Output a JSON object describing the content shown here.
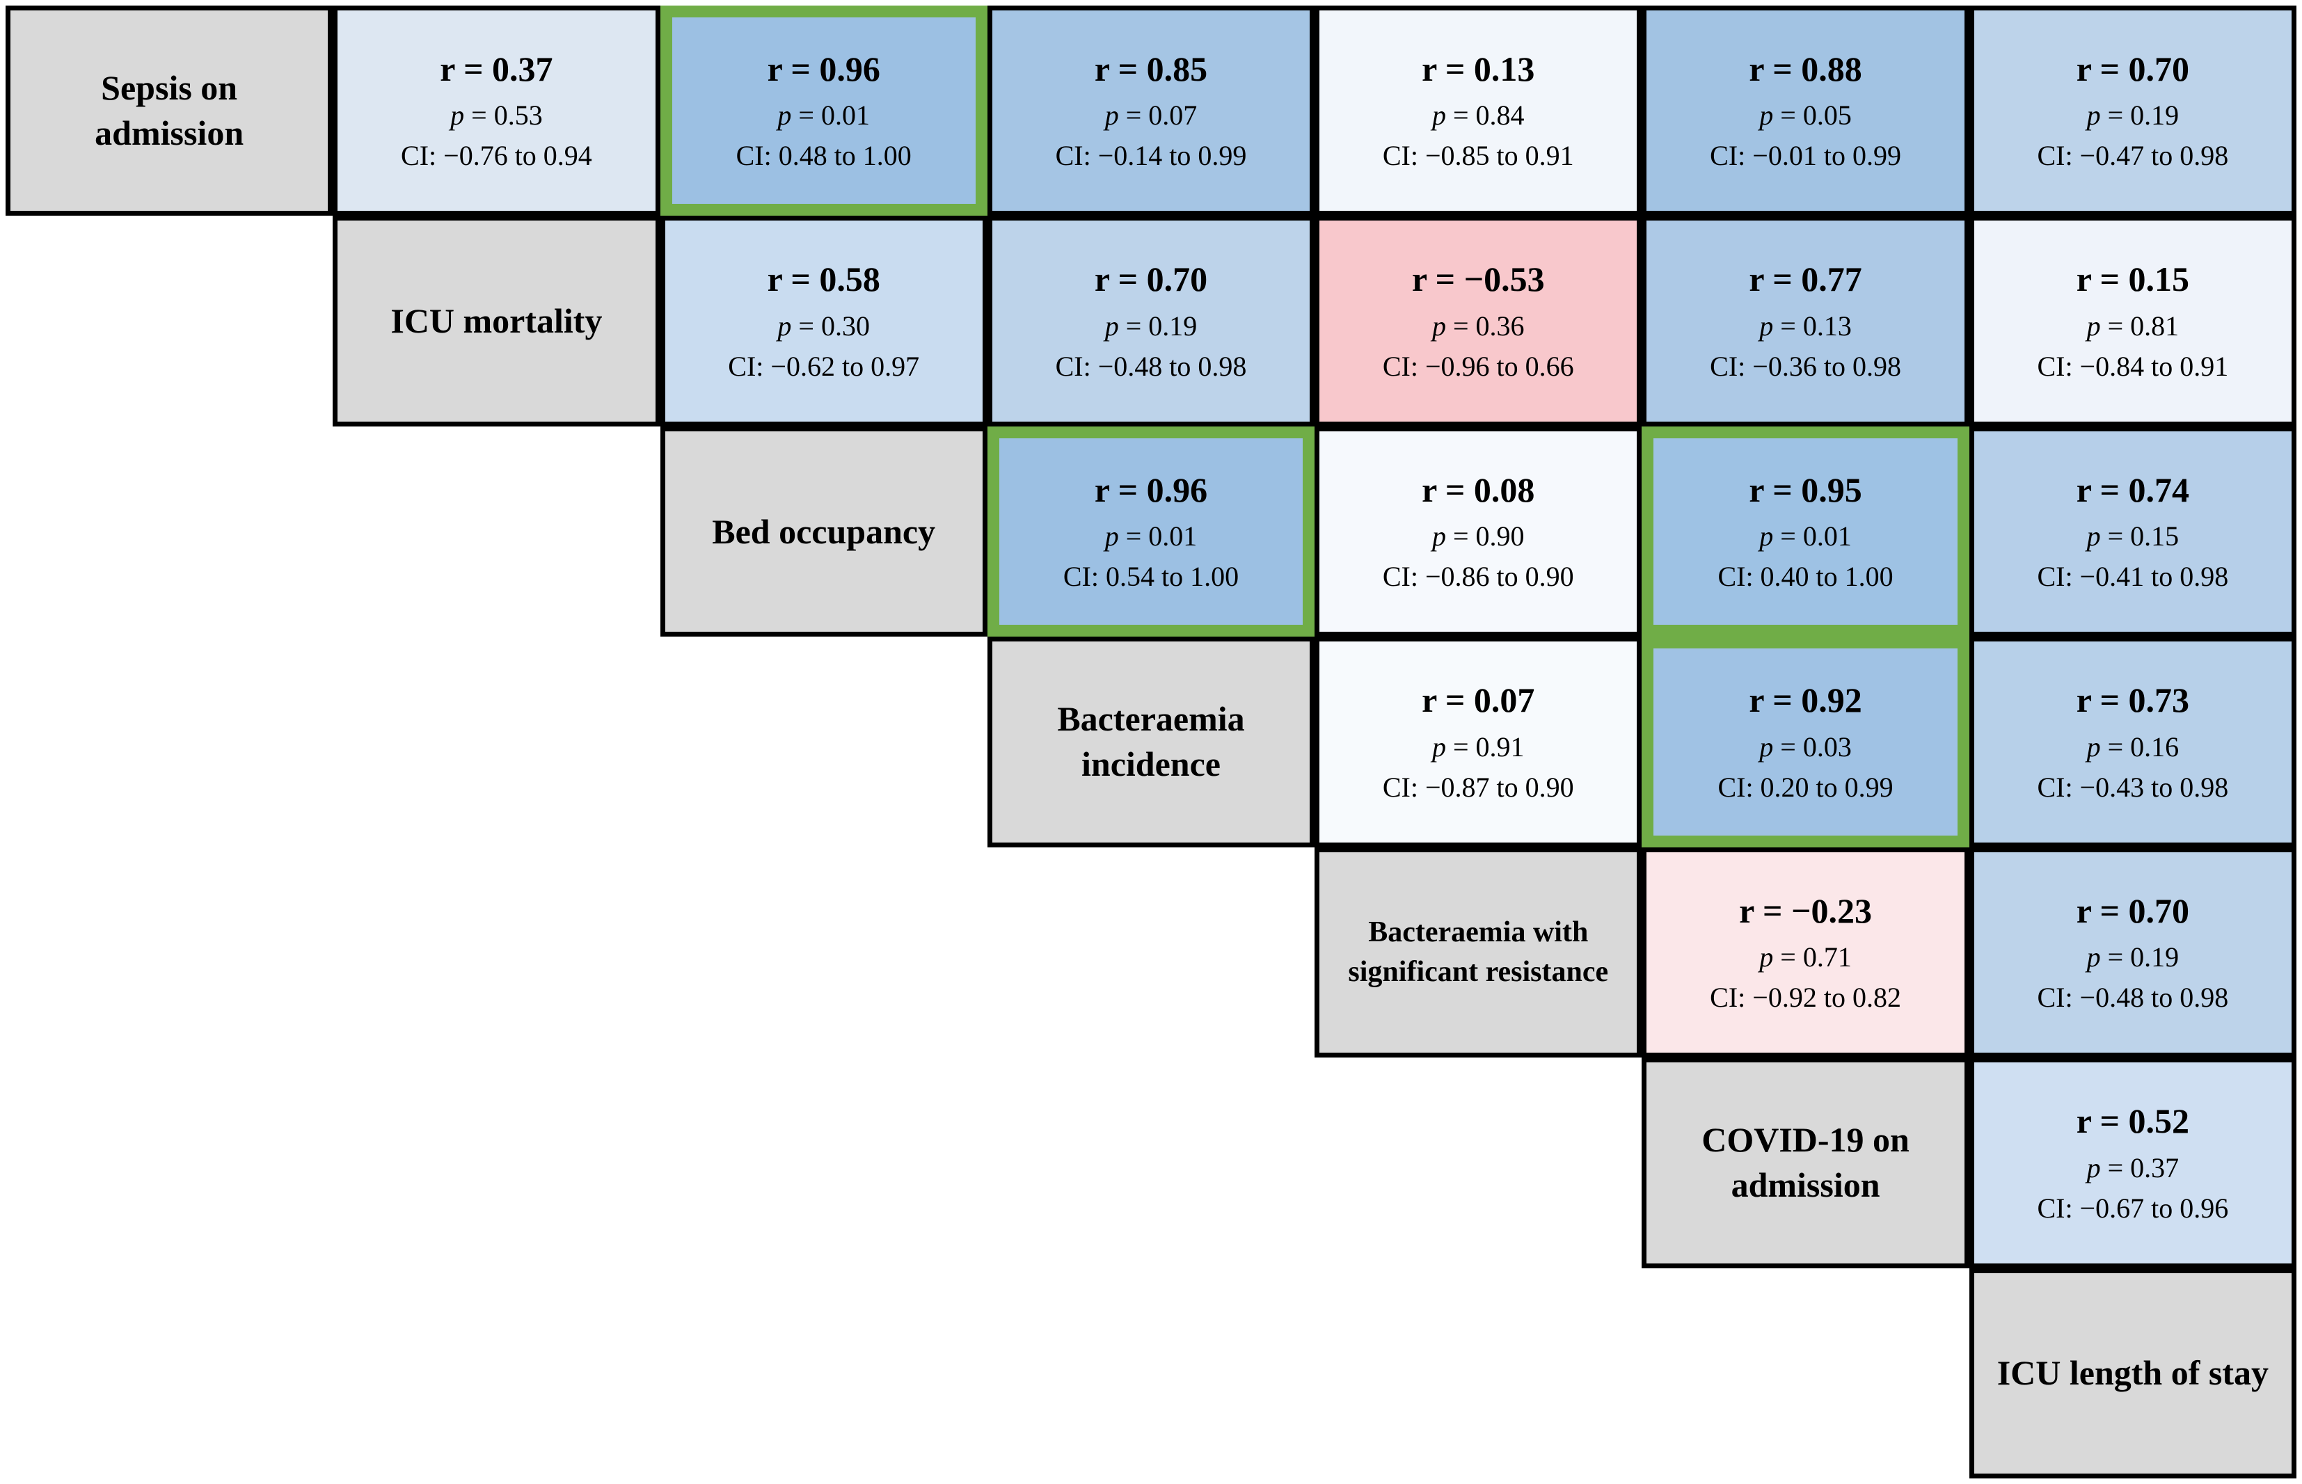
{
  "colors": {
    "diagonal_bg": "#d9d9d9",
    "grid_border": "#000000",
    "highlight_border": "#70ad47",
    "positive_strong": "#9cc0e3",
    "negative_strong": "#f8c8cc",
    "negative_weak": "#fbe7e9"
  },
  "matrix": {
    "variables": [
      "Sepsis on admission",
      "ICU mortality",
      "Bed occupancy",
      "Bacteraemia incidence",
      "Bacteraemia with significant resistance",
      "COVID-19 on admission",
      "ICU length of stay"
    ],
    "cells": [
      {
        "row": 0,
        "col": 1,
        "r_label": "r = 0.37",
        "p_label": "p = 0.53",
        "ci_label": "CI: −0.76 to 0.94",
        "bg": "#dde7f2",
        "highlight": false
      },
      {
        "row": 0,
        "col": 2,
        "r_label": "r = 0.96",
        "p_label": "p = 0.01",
        "ci_label": "CI: 0.48 to 1.00",
        "bg": "#9cc0e3",
        "highlight": true
      },
      {
        "row": 0,
        "col": 3,
        "r_label": "r = 0.85",
        "p_label": "p = 0.07",
        "ci_label": "CI: −0.14 to 0.99",
        "bg": "#a5c5e4",
        "highlight": false
      },
      {
        "row": 0,
        "col": 4,
        "r_label": "r = 0.13",
        "p_label": "p = 0.84",
        "ci_label": "CI: −0.85 to 0.91",
        "bg": "#f2f6fb",
        "highlight": false
      },
      {
        "row": 0,
        "col": 5,
        "r_label": "r = 0.88",
        "p_label": "p = 0.05",
        "ci_label": "CI: −0.01 to 0.99",
        "bg": "#a2c3e3",
        "highlight": false
      },
      {
        "row": 0,
        "col": 6,
        "r_label": "r = 0.70",
        "p_label": "p = 0.19",
        "ci_label": "CI: −0.47 to 0.98",
        "bg": "#bdd3ea",
        "highlight": false
      },
      {
        "row": 1,
        "col": 2,
        "r_label": "r = 0.58",
        "p_label": "p = 0.30",
        "ci_label": "CI: −0.62 to 0.97",
        "bg": "#c9dcf0",
        "highlight": false
      },
      {
        "row": 1,
        "col": 3,
        "r_label": "r = 0.70",
        "p_label": "p = 0.19",
        "ci_label": "CI: −0.48 to 0.98",
        "bg": "#bdd3ea",
        "highlight": false
      },
      {
        "row": 1,
        "col": 4,
        "r_label": "r = −0.53",
        "p_label": "p = 0.36",
        "ci_label": "CI: −0.96 to 0.66",
        "bg": "#f8c8cc",
        "highlight": false
      },
      {
        "row": 1,
        "col": 5,
        "r_label": "r = 0.77",
        "p_label": "p = 0.13",
        "ci_label": "CI: −0.36 to 0.98",
        "bg": "#adc9e6",
        "highlight": false
      },
      {
        "row": 1,
        "col": 6,
        "r_label": "r = 0.15",
        "p_label": "p = 0.81",
        "ci_label": "CI: −0.84 to 0.91",
        "bg": "#eff3fa",
        "highlight": false
      },
      {
        "row": 2,
        "col": 3,
        "r_label": "r = 0.96",
        "p_label": "p = 0.01",
        "ci_label": "CI: 0.54 to 1.00",
        "bg": "#9cc0e3",
        "highlight": true
      },
      {
        "row": 2,
        "col": 4,
        "r_label": "r = 0.08",
        "p_label": "p = 0.90",
        "ci_label": "CI: −0.86 to 0.90",
        "bg": "#f6f9fd",
        "highlight": false
      },
      {
        "row": 2,
        "col": 5,
        "r_label": "r = 0.95",
        "p_label": "p = 0.01",
        "ci_label": "CI: 0.40 to 1.00",
        "bg": "#9ec2e4",
        "highlight": true
      },
      {
        "row": 2,
        "col": 6,
        "r_label": "r = 0.74",
        "p_label": "p = 0.15",
        "ci_label": "CI: −0.41 to 0.98",
        "bg": "#b6cfe9",
        "highlight": false
      },
      {
        "row": 3,
        "col": 4,
        "r_label": "r = 0.07",
        "p_label": "p = 0.91",
        "ci_label": "CI: −0.87 to 0.90",
        "bg": "#f7fafd",
        "highlight": false
      },
      {
        "row": 3,
        "col": 5,
        "r_label": "r = 0.92",
        "p_label": "p = 0.03",
        "ci_label": "CI: 0.20 to 0.99",
        "bg": "#a0c2e4",
        "highlight": true
      },
      {
        "row": 3,
        "col": 6,
        "r_label": "r = 0.73",
        "p_label": "p = 0.16",
        "ci_label": "CI: −0.43 to 0.98",
        "bg": "#b7d0e9",
        "highlight": false
      },
      {
        "row": 4,
        "col": 5,
        "r_label": "r = −0.23",
        "p_label": "p = 0.71",
        "ci_label": "CI: −0.92 to 0.82",
        "bg": "#fbe7e9",
        "highlight": false
      },
      {
        "row": 4,
        "col": 6,
        "r_label": "r = 0.70",
        "p_label": "p = 0.19",
        "ci_label": "CI: −0.48 to 0.98",
        "bg": "#bdd3ea",
        "highlight": false
      },
      {
        "row": 5,
        "col": 6,
        "r_label": "r = 0.52",
        "p_label": "p = 0.37",
        "ci_label": "CI: −0.67 to 0.96",
        "bg": "#cfdff2",
        "highlight": false
      }
    ]
  },
  "chart_data": {
    "type": "heatmap",
    "title": "",
    "layout": "upper-triangular correlation matrix, diagonal holds variable names, green border marks significant correlations",
    "variables": [
      "Sepsis on admission",
      "ICU mortality",
      "Bed occupancy",
      "Bacteraemia incidence",
      "Bacteraemia with significant resistance",
      "COVID-19 on admission",
      "ICU length of stay"
    ],
    "pairs": [
      {
        "x": "Sepsis on admission",
        "y": "ICU mortality",
        "r": 0.37,
        "p": 0.53,
        "ci": [
          -0.76,
          0.94
        ],
        "highlighted": false
      },
      {
        "x": "Sepsis on admission",
        "y": "Bed occupancy",
        "r": 0.96,
        "p": 0.01,
        "ci": [
          0.48,
          1.0
        ],
        "highlighted": true
      },
      {
        "x": "Sepsis on admission",
        "y": "Bacteraemia incidence",
        "r": 0.85,
        "p": 0.07,
        "ci": [
          -0.14,
          0.99
        ],
        "highlighted": false
      },
      {
        "x": "Sepsis on admission",
        "y": "Bacteraemia with significant resistance",
        "r": 0.13,
        "p": 0.84,
        "ci": [
          -0.85,
          0.91
        ],
        "highlighted": false
      },
      {
        "x": "Sepsis on admission",
        "y": "COVID-19 on admission",
        "r": 0.88,
        "p": 0.05,
        "ci": [
          -0.01,
          0.99
        ],
        "highlighted": false
      },
      {
        "x": "Sepsis on admission",
        "y": "ICU length of stay",
        "r": 0.7,
        "p": 0.19,
        "ci": [
          -0.47,
          0.98
        ],
        "highlighted": false
      },
      {
        "x": "ICU mortality",
        "y": "Bed occupancy",
        "r": 0.58,
        "p": 0.3,
        "ci": [
          -0.62,
          0.97
        ],
        "highlighted": false
      },
      {
        "x": "ICU mortality",
        "y": "Bacteraemia incidence",
        "r": 0.7,
        "p": 0.19,
        "ci": [
          -0.48,
          0.98
        ],
        "highlighted": false
      },
      {
        "x": "ICU mortality",
        "y": "Bacteraemia with significant resistance",
        "r": -0.53,
        "p": 0.36,
        "ci": [
          -0.96,
          0.66
        ],
        "highlighted": false
      },
      {
        "x": "ICU mortality",
        "y": "COVID-19 on admission",
        "r": 0.77,
        "p": 0.13,
        "ci": [
          -0.36,
          0.98
        ],
        "highlighted": false
      },
      {
        "x": "ICU mortality",
        "y": "ICU length of stay",
        "r": 0.15,
        "p": 0.81,
        "ci": [
          -0.84,
          0.91
        ],
        "highlighted": false
      },
      {
        "x": "Bed occupancy",
        "y": "Bacteraemia incidence",
        "r": 0.96,
        "p": 0.01,
        "ci": [
          0.54,
          1.0
        ],
        "highlighted": true
      },
      {
        "x": "Bed occupancy",
        "y": "Bacteraemia with significant resistance",
        "r": 0.08,
        "p": 0.9,
        "ci": [
          -0.86,
          0.9
        ],
        "highlighted": false
      },
      {
        "x": "Bed occupancy",
        "y": "COVID-19 on admission",
        "r": 0.95,
        "p": 0.01,
        "ci": [
          0.4,
          1.0
        ],
        "highlighted": true
      },
      {
        "x": "Bed occupancy",
        "y": "ICU length of stay",
        "r": 0.74,
        "p": 0.15,
        "ci": [
          -0.41,
          0.98
        ],
        "highlighted": false
      },
      {
        "x": "Bacteraemia incidence",
        "y": "Bacteraemia with significant resistance",
        "r": 0.07,
        "p": 0.91,
        "ci": [
          -0.87,
          0.9
        ],
        "highlighted": false
      },
      {
        "x": "Bacteraemia incidence",
        "y": "COVID-19 on admission",
        "r": 0.92,
        "p": 0.03,
        "ci": [
          0.2,
          0.99
        ],
        "highlighted": true
      },
      {
        "x": "Bacteraemia incidence",
        "y": "ICU length of stay",
        "r": 0.73,
        "p": 0.16,
        "ci": [
          -0.43,
          0.98
        ],
        "highlighted": false
      },
      {
        "x": "Bacteraemia with significant resistance",
        "y": "COVID-19 on admission",
        "r": -0.23,
        "p": 0.71,
        "ci": [
          -0.92,
          0.82
        ],
        "highlighted": false
      },
      {
        "x": "Bacteraemia with significant resistance",
        "y": "ICU length of stay",
        "r": 0.7,
        "p": 0.19,
        "ci": [
          -0.48,
          0.98
        ],
        "highlighted": false
      },
      {
        "x": "COVID-19 on admission",
        "y": "ICU length of stay",
        "r": 0.52,
        "p": 0.37,
        "ci": [
          -0.67,
          0.96
        ],
        "highlighted": false
      }
    ]
  }
}
